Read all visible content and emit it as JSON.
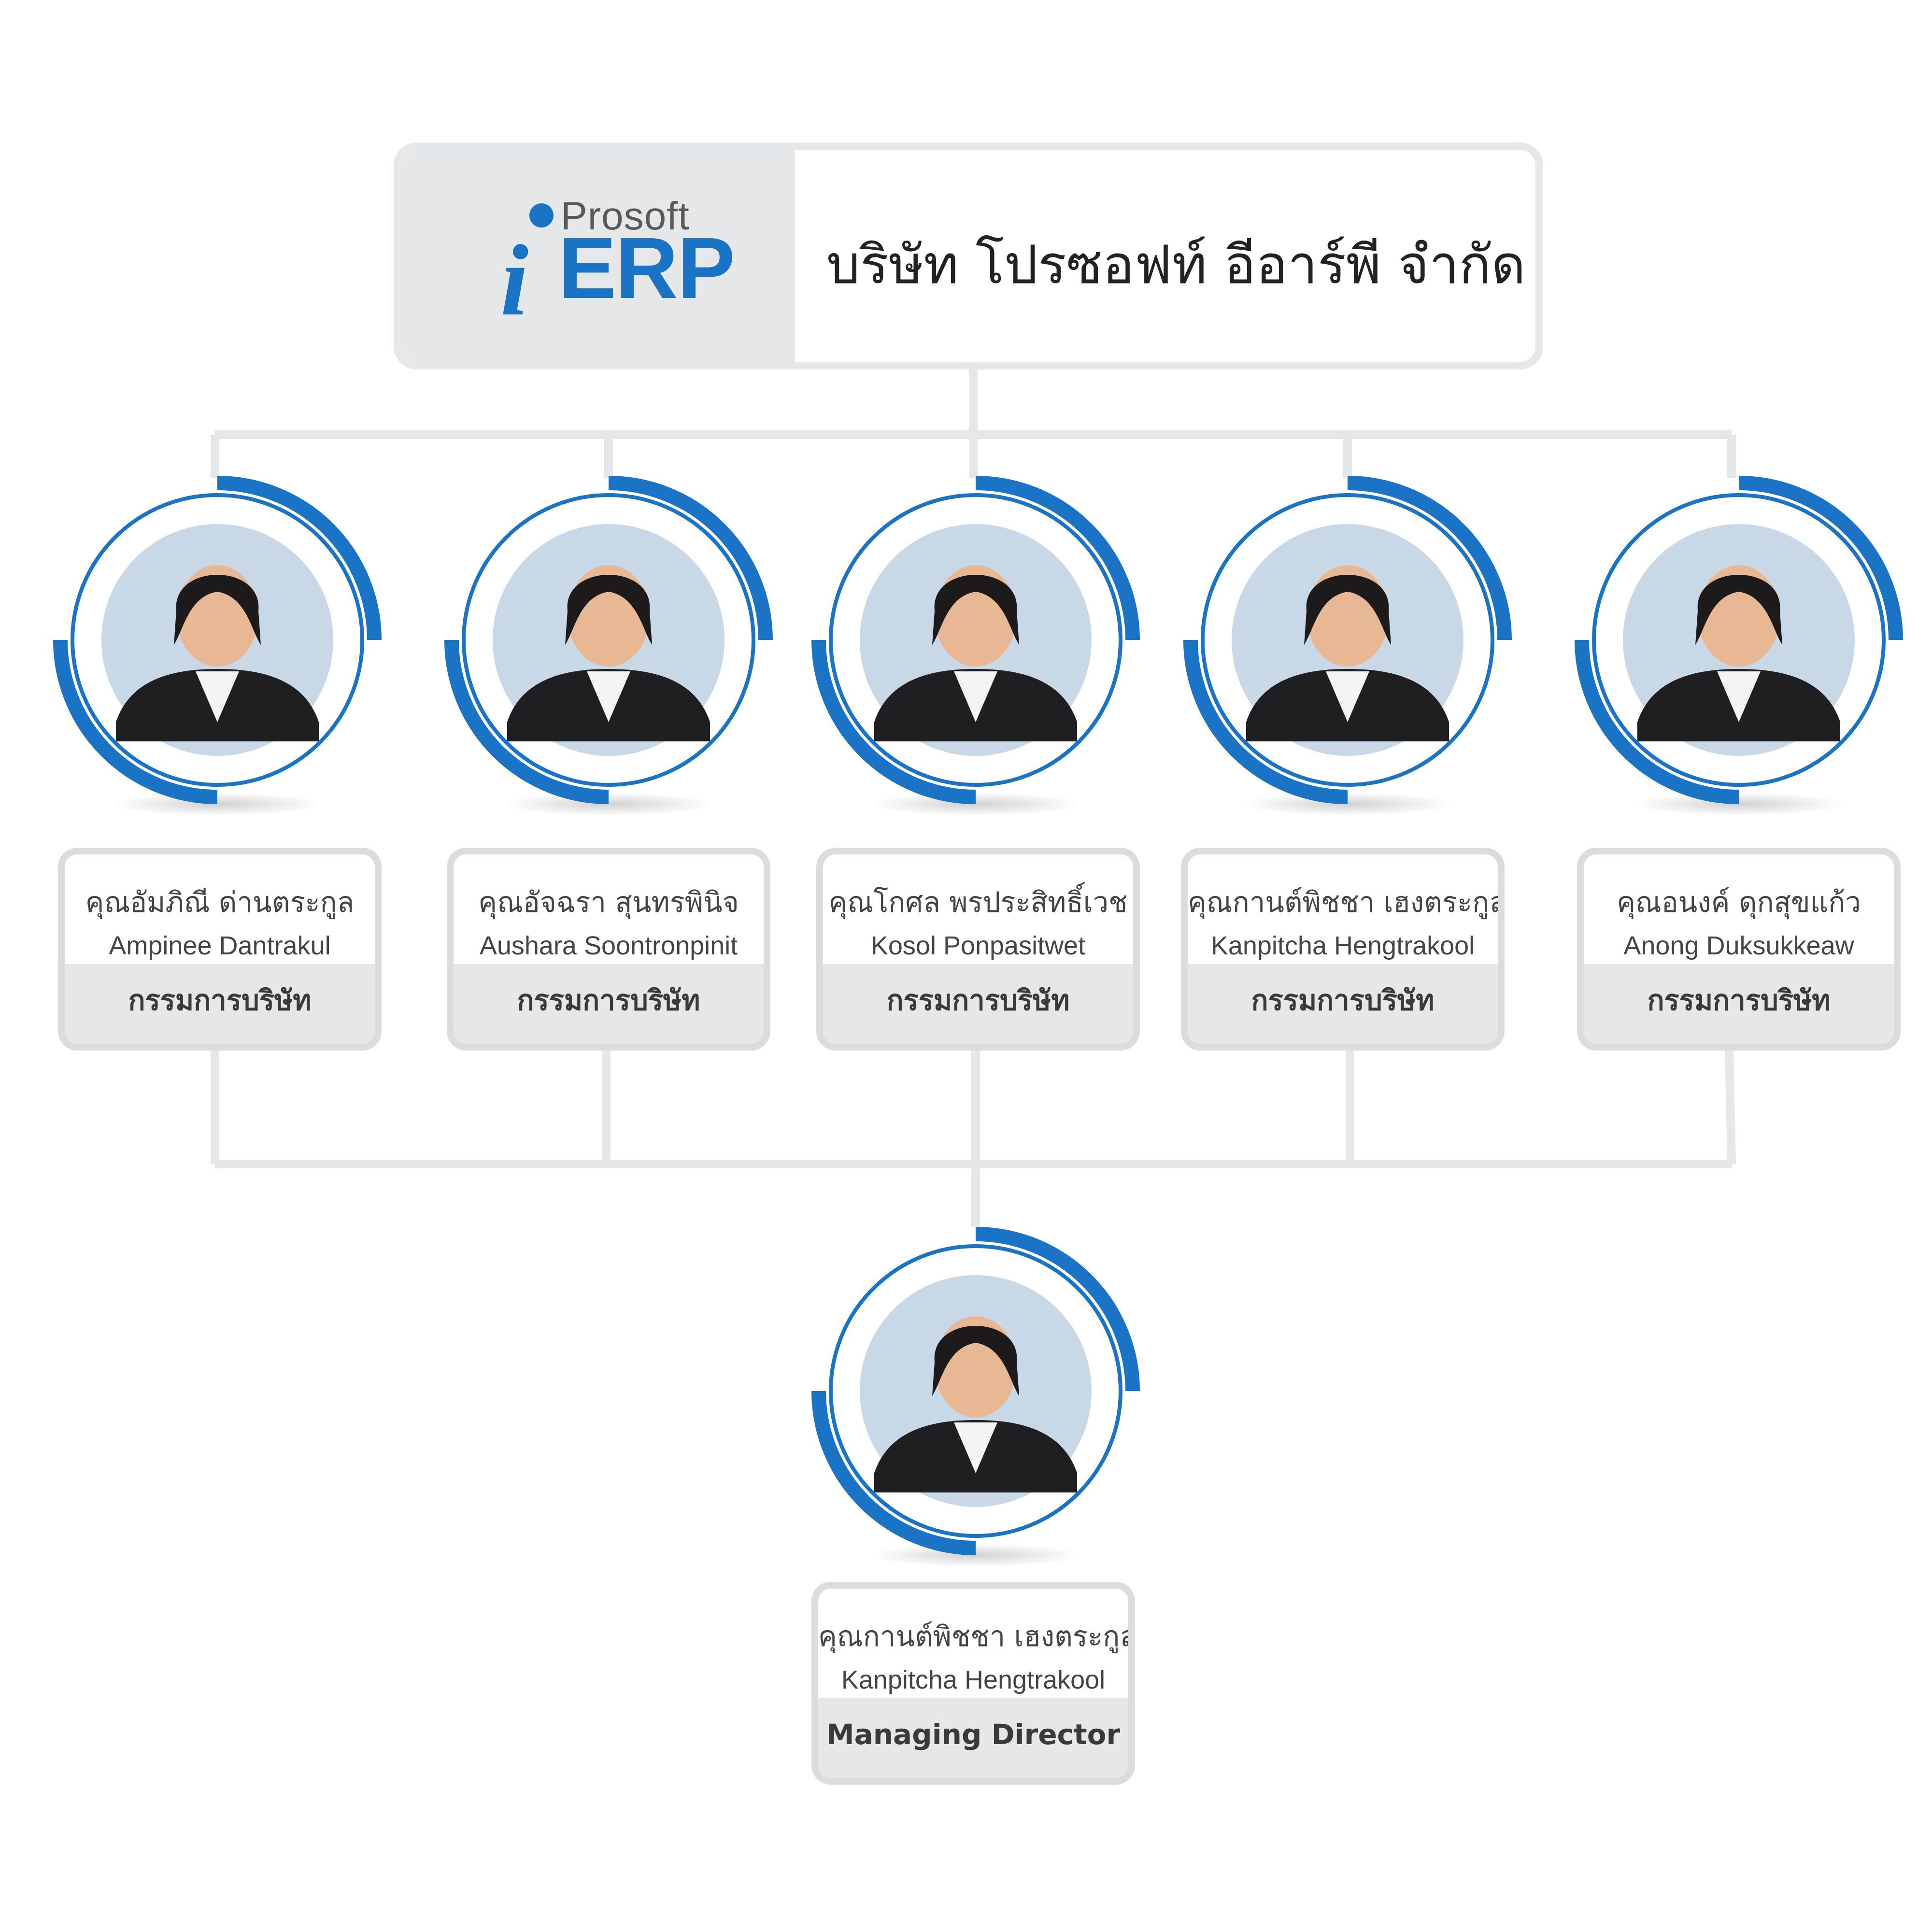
{
  "header": {
    "logo_prosoft": "Prosoft",
    "logo_i": "i",
    "logo_erp": "ERP",
    "company_name": "บริษัท โปรซอฟท์ อีอาร์พี จำกัด"
  },
  "colors": {
    "accent": "#1a73c5",
    "connector": "#e6e7e9",
    "card_border": "#dcdcdc",
    "role_bg": "#e6e7e9"
  },
  "directors": [
    {
      "thai_name": "คุณอัมภิณี ด่านตระกูล",
      "english_name": "Ampinee Dantrakul",
      "role": "กรรมการบริษัท"
    },
    {
      "thai_name": "คุณอัจฉรา สุนทรพินิจ",
      "english_name": "Aushara Soontronpinit",
      "role": "กรรมการบริษัท"
    },
    {
      "thai_name": "คุณโกศล พรประสิทธิ์เวช",
      "english_name": "Kosol Ponpasitwet",
      "role": "กรรมการบริษัท"
    },
    {
      "thai_name": "คุณกานต์พิชชา เฮงตระกูล",
      "english_name": "Kanpitcha Hengtrakool",
      "role": "กรรมการบริษัท"
    },
    {
      "thai_name": "คุณอนงค์ ดุกสุขแก้ว",
      "english_name": "Anong Duksukkeaw",
      "role": "กรรมการบริษัท"
    }
  ],
  "managing_director": {
    "thai_name": "คุณกานต์พิชชา เฮงตระกูล",
    "english_name": "Kanpitcha Hengtrakool",
    "role": "Managing Director"
  }
}
